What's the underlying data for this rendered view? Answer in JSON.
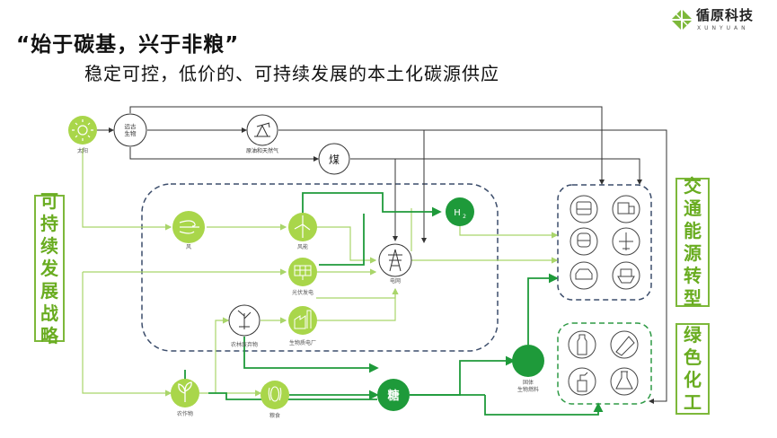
{
  "header": {
    "title": "“始于碳基，兴于非粮”",
    "subtitle": "稳定可控，低价的、可持续发展的本土化碳源供应"
  },
  "logo": {
    "name": "循原科技",
    "sub": "XUNYUAN"
  },
  "side_labels": {
    "left": "可持续发展战略",
    "transport": "交通能源转型",
    "chemical": "绿色化工"
  },
  "nodes": {
    "sun": "太阳",
    "ancient": "远古生物",
    "oilgas": "原油和天然气",
    "coal": "煤",
    "wind": "风",
    "windpower": "风能",
    "solar": "光伏发电",
    "grid": "电网",
    "h2": "H",
    "h2_sub": "2",
    "waste": "农林废弃物",
    "bioplant": "生物质电厂",
    "crops": "农作物",
    "grain": "粮食",
    "sugar": "糖",
    "solidbio": "固体生物燃料"
  },
  "colors": {
    "accent": "#69ac20",
    "dark_green": "#1e9a3a",
    "light_green": "#a9d56a",
    "line_gray": "#333333",
    "dashed_blue": "#3c4d6b",
    "dashed_green": "#2e9a45"
  }
}
